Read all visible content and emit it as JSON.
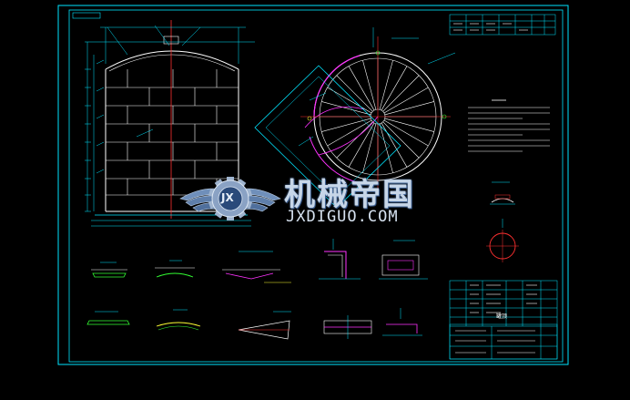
{
  "drawing": {
    "background": "#000000",
    "frame_color": "#00e5ff",
    "line_colors": {
      "cyan": "#00e5ff",
      "white": "#ffffff",
      "magenta": "#ff33ff",
      "red": "#ff3030",
      "green": "#33ff33",
      "yellow": "#ffff33"
    }
  },
  "watermark": {
    "cn_text": "机械帝国",
    "en_text": "JXDIGUO.COM",
    "logo_letter": "JX",
    "text_color": "#c7d6e8"
  },
  "title_block": {
    "label": "罐顶"
  }
}
